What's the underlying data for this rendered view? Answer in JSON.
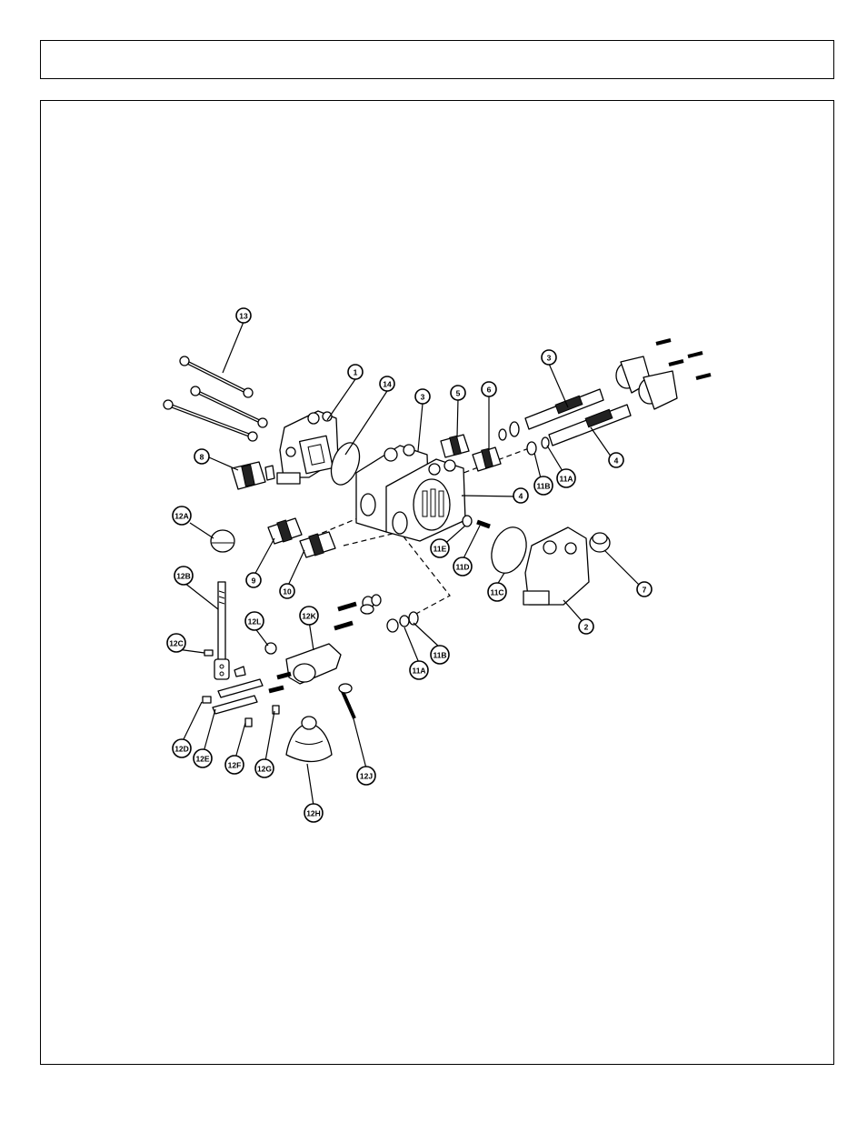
{
  "callouts": [
    {
      "id": "c13",
      "label": "13"
    },
    {
      "id": "c1",
      "label": "1"
    },
    {
      "id": "c14",
      "label": "14"
    },
    {
      "id": "c3a",
      "label": "3"
    },
    {
      "id": "c5",
      "label": "5"
    },
    {
      "id": "c6",
      "label": "6"
    },
    {
      "id": "c3b",
      "label": "3"
    },
    {
      "id": "c4a",
      "label": "4"
    },
    {
      "id": "c11Ba",
      "label": "11B"
    },
    {
      "id": "c11Aa",
      "label": "11A"
    },
    {
      "id": "c8",
      "label": "8"
    },
    {
      "id": "c4b",
      "label": "4"
    },
    {
      "id": "c12A",
      "label": "12A"
    },
    {
      "id": "c11E",
      "label": "11E"
    },
    {
      "id": "c9",
      "label": "9"
    },
    {
      "id": "c10",
      "label": "10"
    },
    {
      "id": "c11D",
      "label": "11D"
    },
    {
      "id": "c11C",
      "label": "11C"
    },
    {
      "id": "c7",
      "label": "7"
    },
    {
      "id": "c12B",
      "label": "12B"
    },
    {
      "id": "c2",
      "label": "2"
    },
    {
      "id": "c12L",
      "label": "12L"
    },
    {
      "id": "c12K",
      "label": "12K"
    },
    {
      "id": "c12C",
      "label": "12C"
    },
    {
      "id": "c11Bb",
      "label": "11B"
    },
    {
      "id": "c11Ab",
      "label": "11A"
    },
    {
      "id": "c12D",
      "label": "12D"
    },
    {
      "id": "c12E",
      "label": "12E"
    },
    {
      "id": "c12F",
      "label": "12F"
    },
    {
      "id": "c12G",
      "label": "12G"
    },
    {
      "id": "c12J",
      "label": "12J"
    },
    {
      "id": "c12H",
      "label": "12H"
    }
  ]
}
